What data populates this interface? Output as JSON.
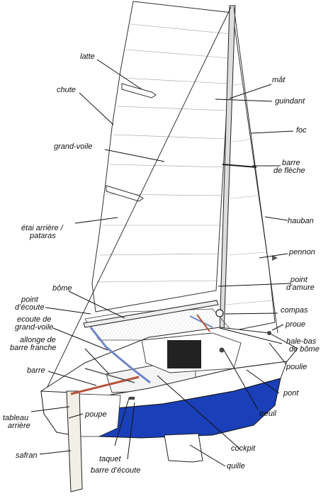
{
  "labels": {
    "latte": "latte",
    "mat": "mât",
    "chute": "chute",
    "guindant": "guindant",
    "foc": "foc",
    "grand_voile": "grand-voile",
    "barre_de": "barre",
    "de_fleche": "de flèche",
    "hauban": "hauban",
    "etai_1": "étai arrière /",
    "etai_2": "pataras",
    "pennon": "pennon",
    "point_amure_1": "point",
    "point_amure_2": "d’amure",
    "bome": "bôme",
    "point_ecoute_1": "point",
    "point_ecoute_2": "d’écoute",
    "compas": "compas",
    "ecoute_gv_1": "ecoute de",
    "ecoute_gv_2": "grand-voile",
    "proue": "proue",
    "hale_bas_1": "hale-bas",
    "hale_bas_2": "de bôme",
    "allonge_1": "allonge de",
    "allonge_2": "barre franche",
    "poulie": "poulie",
    "barre": "barre",
    "pont": "pont",
    "tableau_1": "tableau",
    "tableau_2": "arrière",
    "poupe": "poupe",
    "treuil": "treuil",
    "safran": "safran",
    "cockpit": "cockpit",
    "taquet": "taquet",
    "barre_ecoute": "barre d’écoute",
    "quille": "quille"
  },
  "colors": {
    "hull_blue": "#1b3fb8",
    "sheet_blue": "#6f86c9",
    "tiller_red": "#b5523a",
    "line": "#111111"
  }
}
